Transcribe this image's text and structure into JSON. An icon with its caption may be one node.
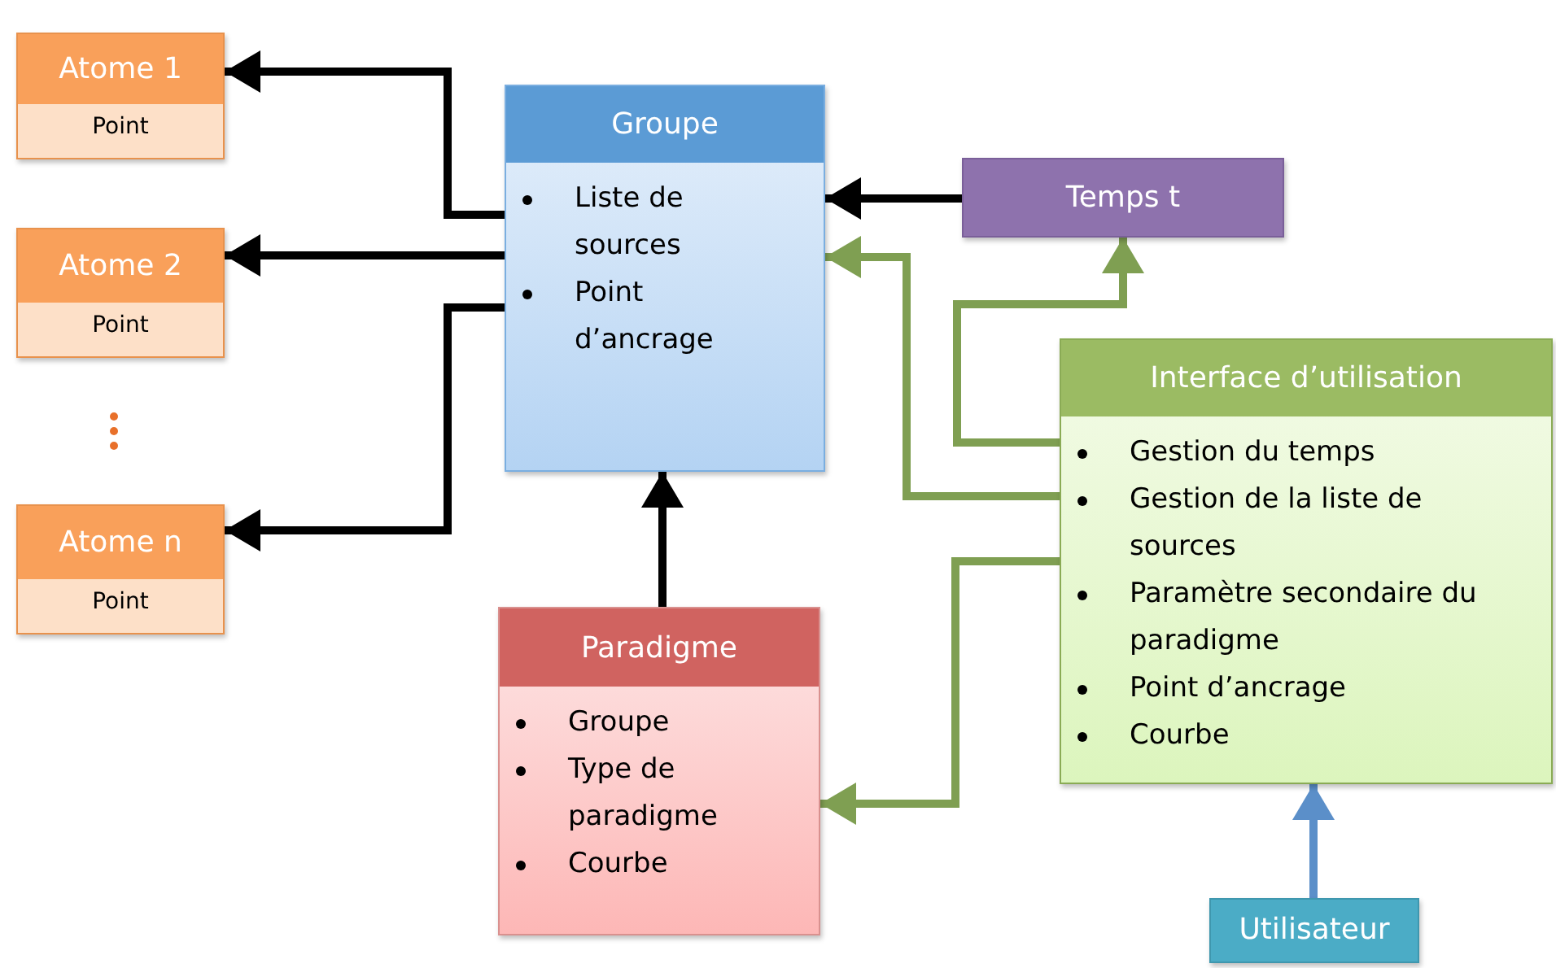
{
  "diagram": {
    "nodes": [
      {
        "text": [
          "Atome 1",
          "Point"
        ]
      },
      {
        "text": [
          "Atome 2",
          "Point"
        ]
      },
      {
        "text": [
          "Atome n",
          "Point"
        ]
      },
      {
        "text": [
          "Groupe",
          "Liste de sources",
          "Point d’ancrage"
        ]
      },
      {
        "text": [
          "Temps t"
        ]
      },
      {
        "text": [
          "Interface d’utilisation",
          "Gestion du temps",
          "Gestion de la liste de sources",
          "Paramètre secondaire du paradigme",
          "Point d’ancrage",
          "Courbe"
        ]
      },
      {
        "text": [
          "Paradigme",
          "Groupe",
          "Type de paradigme",
          "Courbe"
        ]
      },
      {
        "text": [
          "Utilisateur"
        ]
      }
    ],
    "edges": [
      {
        "from": 3,
        "to": 0,
        "arrow": "to"
      },
      {
        "from": 3,
        "to": 1,
        "arrow": "to"
      },
      {
        "from": 3,
        "to": 2,
        "arrow": "to"
      },
      {
        "from": 4,
        "to": 3,
        "arrow": "to"
      },
      {
        "from": 6,
        "to": 3,
        "arrow": "to"
      },
      {
        "from": 5,
        "to": 4,
        "arrow": "to",
        "color": "#7f9f52"
      },
      {
        "from": 5,
        "to": 3,
        "arrow": "to",
        "color": "#7f9f52"
      },
      {
        "from": 5,
        "to": 6,
        "arrow": "to",
        "color": "#7f9f52"
      },
      {
        "from": 7,
        "to": 5,
        "arrow": "to",
        "color": "#5b8fc9"
      }
    ]
  }
}
